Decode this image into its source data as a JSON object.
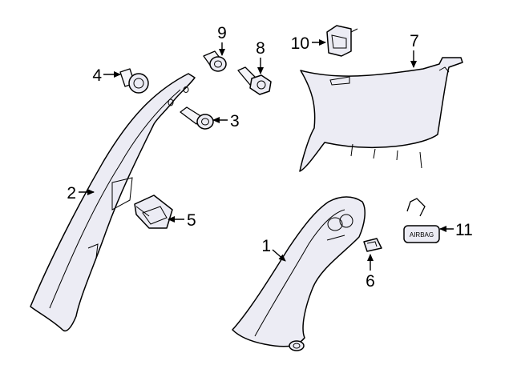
{
  "callouts": {
    "c1": "1",
    "c2": "2",
    "c3": "3",
    "c4": "4",
    "c5": "5",
    "c6": "6",
    "c7": "7",
    "c8": "8",
    "c9": "9",
    "c10": "10",
    "c11": "11"
  },
  "label_text": {
    "airbag": "AIRBAG"
  }
}
